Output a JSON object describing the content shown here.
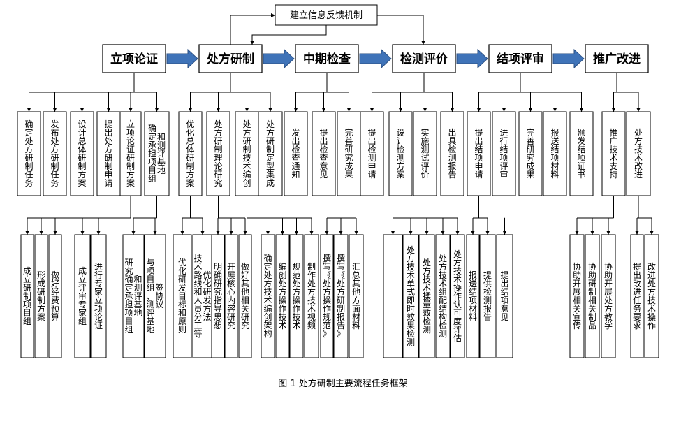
{
  "feedback": {
    "label": "建立信息反馈机制"
  },
  "phases": [
    {
      "id": "p1",
      "label": "立项论证"
    },
    {
      "id": "p2",
      "label": "处方研制"
    },
    {
      "id": "p3",
      "label": "中期检查"
    },
    {
      "id": "p4",
      "label": "检测评价"
    },
    {
      "id": "p5",
      "label": "结项评审"
    },
    {
      "id": "p6",
      "label": "推广改进"
    }
  ],
  "tasks": [
    {
      "id": "t1",
      "lines": [
        "确定处方研制任务"
      ]
    },
    {
      "id": "t2",
      "lines": [
        "发布处方研制任务"
      ]
    },
    {
      "id": "t3",
      "lines": [
        "设计总体研制方案"
      ]
    },
    {
      "id": "t4",
      "lines": [
        "提出处方研制申请"
      ]
    },
    {
      "id": "t5",
      "lines": [
        "立项论证研制方案"
      ]
    },
    {
      "id": "t6",
      "lines": [
        "确定承担项目组",
        "和测评基地"
      ]
    },
    {
      "id": "t7",
      "lines": [
        "优化总体研制方案"
      ]
    },
    {
      "id": "t8",
      "lines": [
        "处方研制理论研究"
      ]
    },
    {
      "id": "t9",
      "lines": [
        "处方研制技术编创"
      ]
    },
    {
      "id": "t10",
      "lines": [
        "处方研制定型集成"
      ]
    },
    {
      "id": "t11",
      "lines": [
        "发出检查通知"
      ]
    },
    {
      "id": "t12",
      "lines": [
        "提出检查意见"
      ]
    },
    {
      "id": "t13",
      "lines": [
        "完善研究成果"
      ]
    },
    {
      "id": "t14",
      "lines": [
        "提出检测申请"
      ]
    },
    {
      "id": "t15",
      "lines": [
        "设计检测方案"
      ]
    },
    {
      "id": "t16",
      "lines": [
        "实施测试评价"
      ]
    },
    {
      "id": "t17",
      "lines": [
        "出具检测报告"
      ]
    },
    {
      "id": "t18",
      "lines": [
        "提出结项申请"
      ]
    },
    {
      "id": "t19",
      "lines": [
        "进行结项评审"
      ]
    },
    {
      "id": "t20",
      "lines": [
        "完善研究成果"
      ]
    },
    {
      "id": "t21",
      "lines": [
        "报送结项材料"
      ]
    },
    {
      "id": "t22",
      "lines": [
        "颁发结项证书"
      ]
    },
    {
      "id": "t23",
      "lines": [
        "推广技术支持"
      ]
    },
    {
      "id": "t24",
      "lines": [
        "处方技术改进"
      ]
    }
  ],
  "subtasks": [
    {
      "id": "s1",
      "lines": [
        "成立研制项目组"
      ]
    },
    {
      "id": "s2",
      "lines": [
        "形成研制方案"
      ]
    },
    {
      "id": "s3",
      "lines": [
        "做好经费预算"
      ]
    },
    {
      "id": "s4",
      "lines": [
        "成立评审专家组"
      ]
    },
    {
      "id": "s5",
      "lines": [
        "进行专家立项论证"
      ]
    },
    {
      "id": "s6",
      "lines": [
        "研究确定承担项目组",
        "和测评基地"
      ]
    },
    {
      "id": "s7",
      "lines": [
        "与项目组、测评基地",
        "签协议"
      ]
    },
    {
      "id": "s8",
      "lines": [
        "优化研发目标和原则"
      ]
    },
    {
      "id": "s9",
      "lines": [
        "技术路线和人员分工等",
        "优化研发方法"
      ]
    },
    {
      "id": "s10",
      "lines": [
        "明确研究指导思想"
      ]
    },
    {
      "id": "s11",
      "lines": [
        "开展核心内容研究"
      ]
    },
    {
      "id": "s12",
      "lines": [
        "做好其他相关研究"
      ]
    },
    {
      "id": "s13",
      "lines": [
        "确定处方技术编创架构"
      ]
    },
    {
      "id": "s14",
      "lines": [
        "编创处方操作技术"
      ]
    },
    {
      "id": "s15",
      "lines": [
        "规范处方操作技术"
      ]
    },
    {
      "id": "s16",
      "lines": [
        "制作处方技术视频"
      ]
    },
    {
      "id": "s17",
      "lines": [
        "撰写《处方操作规范》"
      ]
    },
    {
      "id": "s18",
      "lines": [
        "撰写《处方研制报告》"
      ]
    },
    {
      "id": "s19",
      "lines": [
        "汇总其他方面材料"
      ]
    },
    {
      "id": "s20",
      "lines": [
        ""
      ]
    },
    {
      "id": "s21",
      "lines": [
        "处方技术单式即时效果检测"
      ]
    },
    {
      "id": "s22",
      "lines": [
        "处方技术揉量效检测"
      ]
    },
    {
      "id": "s23",
      "lines": [
        "处方技术组配结构检测"
      ]
    },
    {
      "id": "s24",
      "lines": [
        "处方技术操作认可度评估"
      ]
    },
    {
      "id": "s25",
      "lines": [
        "报送结项材料"
      ]
    },
    {
      "id": "s26",
      "lines": [
        "提供检测报告"
      ]
    },
    {
      "id": "s27",
      "lines": [
        "提出结项意见"
      ]
    },
    {
      "id": "s28",
      "lines": [
        "协助开展相关宣传"
      ]
    },
    {
      "id": "s29",
      "lines": [
        "协助研制相关制品"
      ]
    },
    {
      "id": "s30",
      "lines": [
        "协助开展处方教学"
      ]
    },
    {
      "id": "s31",
      "lines": [
        "提出改进任务要求"
      ]
    },
    {
      "id": "s32",
      "lines": [
        "改进处方技术操作"
      ]
    }
  ],
  "caption": "图 1  处方研制主要流程任务框架"
}
